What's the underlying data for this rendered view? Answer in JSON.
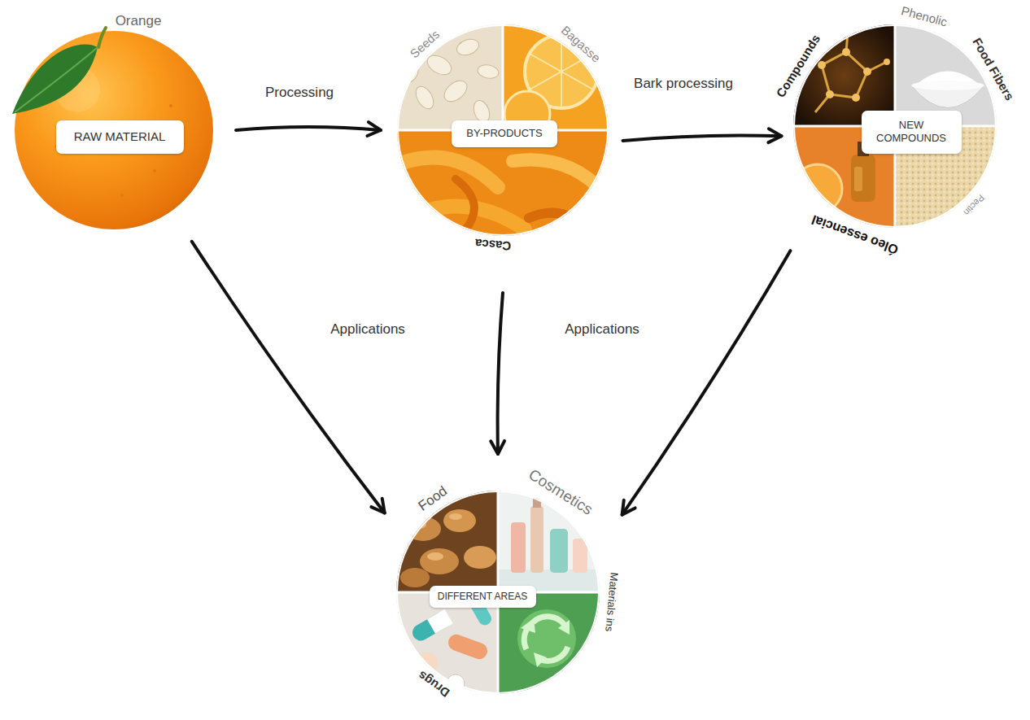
{
  "diagram": {
    "nodes": [
      {
        "text": [
          "Orange"
        ]
      },
      {
        "text": [
          "RAW MATERIAL"
        ],
        "in": 0
      },
      {
        "text": [
          "Seeds",
          "Bagasse",
          "Casca"
        ]
      },
      {
        "text": [
          "BY-PRODUCTS"
        ],
        "in": 2
      },
      {
        "text": [
          "Phenolic",
          "Compounds",
          "Food Fibers",
          "Óleo essencial",
          "Pectin"
        ]
      },
      {
        "text": [
          "NEW COMPOUNDS"
        ],
        "in": 4
      },
      {
        "text": [
          "Food",
          "Cosmetics",
          "Drugs",
          "Materials ins"
        ]
      },
      {
        "text": [
          "DIFFERENT AREAS"
        ],
        "in": 6
      }
    ],
    "edges": [
      {
        "from": 0,
        "to": 2,
        "arrow": "to",
        "label": "Processing"
      },
      {
        "from": 2,
        "to": 4,
        "arrow": "to",
        "label": "Bark processing"
      },
      {
        "from": 0,
        "to": 6,
        "arrow": "to",
        "label": "Applications"
      },
      {
        "from": 2,
        "to": 6,
        "arrow": "to",
        "label": "Applications"
      },
      {
        "from": 4,
        "to": 6,
        "arrow": "to"
      }
    ]
  }
}
